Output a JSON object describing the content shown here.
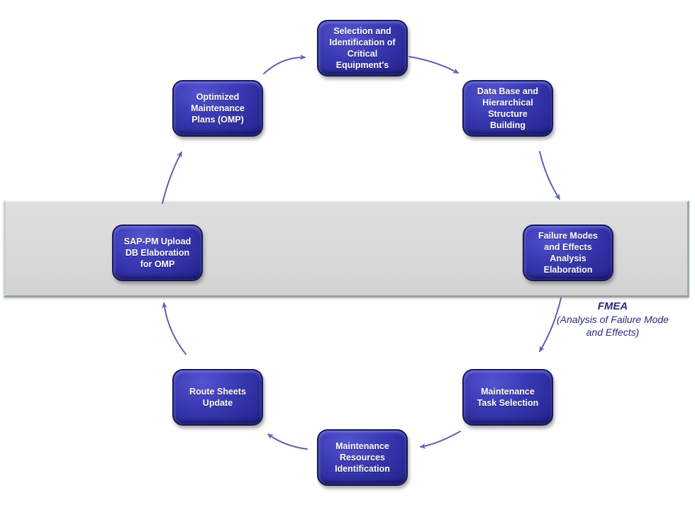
{
  "diagram": {
    "type": "circular-process-flow",
    "nodes": [
      {
        "id": "selection",
        "lines": [
          "Selection and",
          "Identification of",
          "Critical",
          "Equipment's"
        ]
      },
      {
        "id": "database",
        "lines": [
          "Data Base and",
          "Hierarchical",
          "Structure",
          "Building"
        ]
      },
      {
        "id": "failure",
        "lines": [
          "Failure Modes",
          "and Effects",
          "Analysis",
          "Elaboration"
        ]
      },
      {
        "id": "task",
        "lines": [
          "Maintenance",
          "Task Selection"
        ]
      },
      {
        "id": "resources",
        "lines": [
          "Maintenance",
          "Resources",
          "Identification"
        ]
      },
      {
        "id": "route",
        "lines": [
          "Route Sheets",
          "Update"
        ]
      },
      {
        "id": "sappm",
        "lines": [
          "SAP-PM Upload",
          "DB Elaboration",
          "for OMP"
        ]
      },
      {
        "id": "omp",
        "lines": [
          "Optimized",
          "Maintenance",
          "Plans (OMP)"
        ]
      }
    ],
    "flow_order": [
      "selection",
      "database",
      "failure",
      "task",
      "resources",
      "route",
      "sappm",
      "omp"
    ],
    "annotation": {
      "title": "FMEA",
      "lines": [
        "(Analysis of Failure  Mode",
        "and Effects)"
      ]
    },
    "colors": {
      "node_fill": "#2a2a9b",
      "node_border": "#17175a",
      "node_text": "#ffffff",
      "arrow": "#5f5fb2",
      "band_fill": "#d9d9d9",
      "annotation_text": "#29297e"
    }
  }
}
